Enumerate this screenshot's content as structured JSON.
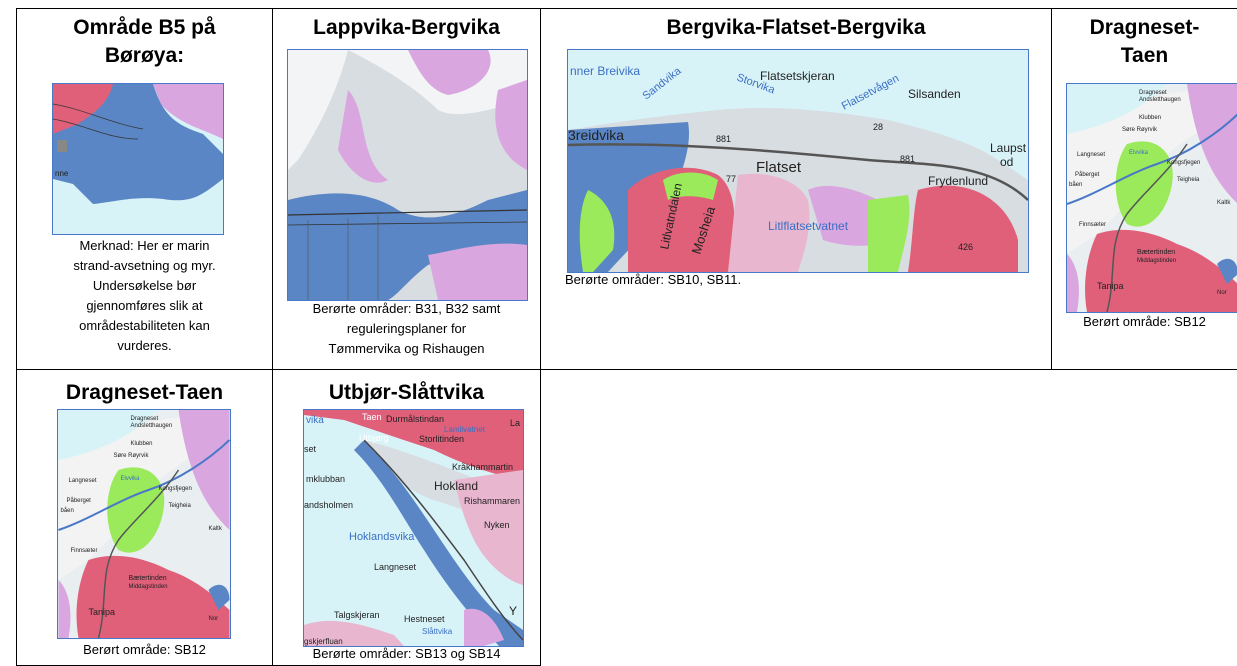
{
  "cells": [
    {
      "title_line1": "Område B5 på",
      "title_line2": "Børøya:",
      "caption_lines": [
        "Merknad: Her er marin",
        "strand-avsetning og myr.",
        "Undersøkelse bør",
        "gjennomføres slik at",
        "områdestabiliteten kan",
        "vurderes."
      ],
      "map_labels": [
        "nne"
      ]
    },
    {
      "title": "Lappvika-Bergvika",
      "caption_lines": [
        "Berørte områder: B31, B32 samt",
        "reguleringsplaner for",
        "Tømmervika og Rishaugen"
      ],
      "map_labels": []
    },
    {
      "title": "Bergvika-Flatset-Bergvika",
      "caption": "Berørte områder: SB10, SB11.",
      "map_labels": [
        "nner Breivika",
        "Sandvika",
        "Storvika",
        "Flatsetskjeran",
        "Flatsetvågen",
        "Silsanden",
        "3reidvika",
        "881",
        "881",
        "28",
        "Flatset",
        "Laupst",
        "od",
        "Frydenlund",
        "77",
        "Litlvatndalen",
        "Mosheia",
        "Litlflatsetvatnet",
        "426"
      ]
    },
    {
      "title_line1": "Dragneset-",
      "title_line2": "Taen",
      "caption": "Berørt område: SB12",
      "map_labels": [
        "Dragneset",
        "Andsletthaugen",
        "Klubben",
        "Søre Røyrvik",
        "Langneset",
        "Elvvika",
        "Påberget",
        "båen",
        "Kongsfjegen",
        "Teigheia",
        "Kaltk",
        "Finnsæter",
        "Bætertinden",
        "Middagstinden",
        "Tanipa",
        "Nor"
      ]
    },
    {
      "title": "Dragneset-Taen",
      "caption": "Berørt område: SB12",
      "map_labels": [
        "Dragneset",
        "Andsletthaugen",
        "Klubben",
        "Søre Røyrvik",
        "Langneset",
        "Elvvika",
        "Påberget",
        "båen",
        "Kongsfjegen",
        "Teigheia",
        "Kaltk",
        "Finnsæter",
        "Bætertinden",
        "Middagstinden",
        "Tanipa",
        "Nor"
      ]
    },
    {
      "title": "Utbjør-Slåttvika",
      "caption": "Berørte områder: SB13 og SB14",
      "map_labels": [
        "vika",
        "Taen",
        "Durmålstindan",
        "La",
        "Lamlivatnet",
        "Utbjørg",
        "Storlitinden",
        "set",
        "Kråkhammartin",
        "mklubban",
        "Hokland",
        "Rishammaren",
        "andsholmen",
        "Nyken",
        "Hoklandsvika",
        "Langneset",
        "Talgskjeran",
        "Hestneset",
        "Slåttvika",
        "Y",
        "gskjerfluan"
      ]
    }
  ],
  "colors": {
    "border": "#000000",
    "map_frame": "#4a78c8",
    "sea": "#d8f3f8",
    "clay_blue": "#5b86c5",
    "rock_pink": "#e0607a",
    "moraine_green": "#9bea5b",
    "grey_land": "#d7dde0",
    "lilac": "#d9a6e0"
  }
}
